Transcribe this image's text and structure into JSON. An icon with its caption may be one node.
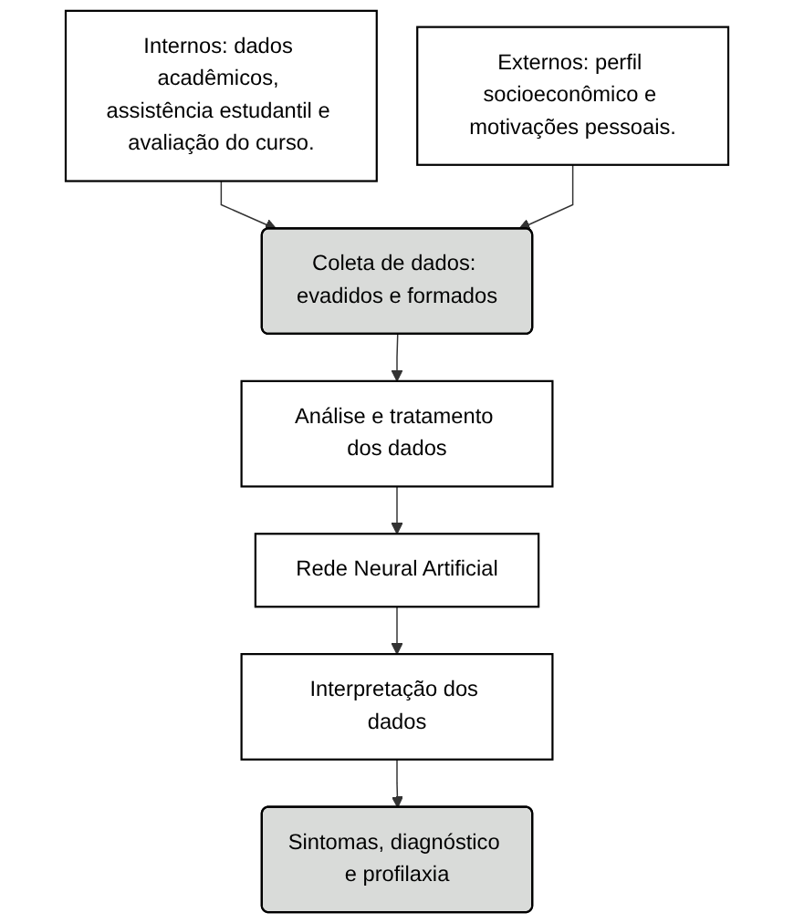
{
  "diagram": {
    "nodes": [
      {
        "text": [
          "Coleta de dados: evadidos e formados"
        ]
      },
      {
        "text": [
          "Internos: dados acadêmicos, assistência estudantil e avaliação do curso."
        ]
      },
      {
        "text": [
          "Externos: perfil socioeconômico e motivações pessoais."
        ]
      },
      {
        "text": [
          "Análise e tratamento dos dados"
        ]
      },
      {
        "text": [
          "Rede Neural Artificial"
        ]
      },
      {
        "text": [
          "Interpretação dos dados"
        ]
      },
      {
        "text": [
          "Sintomas, diagnóstico e profilaxia"
        ]
      }
    ],
    "edges": [
      {
        "from": 1,
        "to": 0,
        "arrow": "to"
      },
      {
        "from": 2,
        "to": 0,
        "arrow": "to"
      },
      {
        "from": 0,
        "to": 3,
        "arrow": "to"
      },
      {
        "from": 3,
        "to": 4,
        "arrow": "to"
      },
      {
        "from": 4,
        "to": 5,
        "arrow": "to"
      },
      {
        "from": 5,
        "to": 6,
        "arrow": "to"
      }
    ]
  }
}
